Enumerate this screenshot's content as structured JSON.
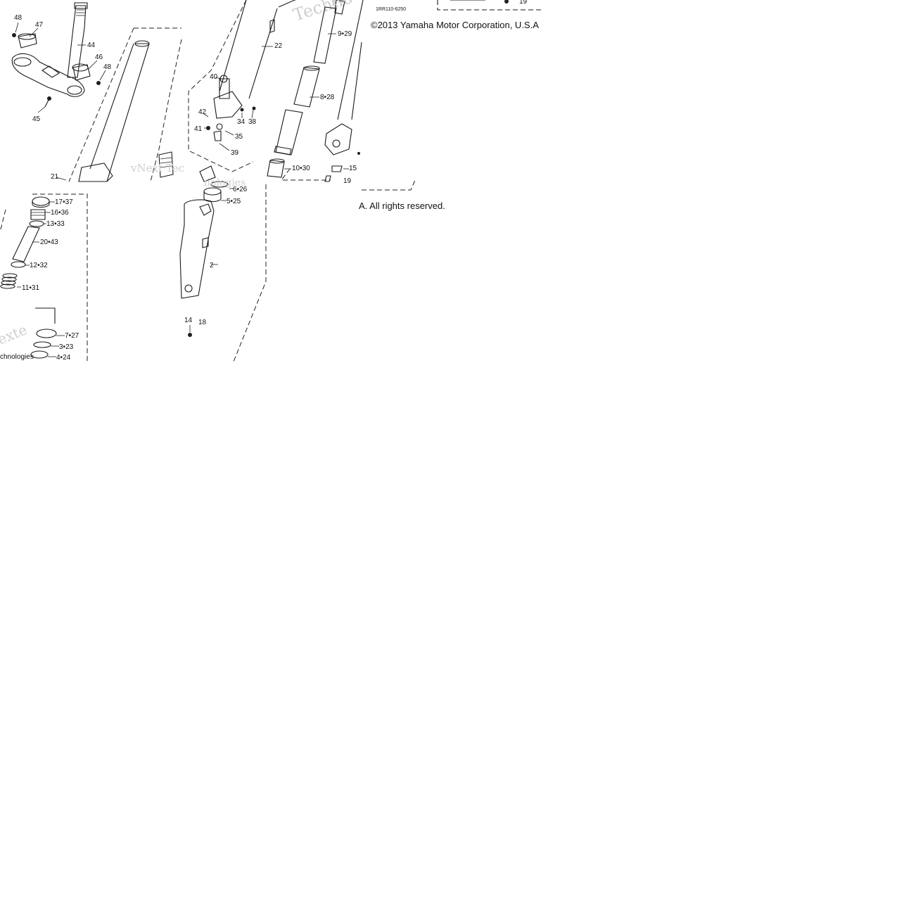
{
  "copyright_line1": "©2013 Yamaha Motor Corporation, U.S.A",
  "copyright_line2": "A. All rights reserved.",
  "diagram_code": "1RR110-6250",
  "watermarks": [
    "Techno",
    "vNext Tec",
    "nologies",
    "Techno",
    "exte",
    "chnologies"
  ],
  "callouts": {
    "c48a": "48",
    "c47": "47",
    "c44": "44",
    "c46": "46",
    "c48b": "48",
    "c45": "45",
    "c21": "21",
    "c22": "22",
    "c40": "40",
    "c42": "42",
    "c34": "34",
    "c38": "38",
    "c41": "41",
    "c35": "35",
    "c39": "39",
    "c9_29": "9•29",
    "c8_28": "8•28",
    "c10_30": "10•30",
    "c15": "15",
    "c19a": "19",
    "c19b": "19",
    "c6_26": "6•26",
    "c5_25": "5•25",
    "c2": "2",
    "c14": "14",
    "c18": "18",
    "c17_37": "17•37",
    "c16_36": "16•36",
    "c13_33": "13•33",
    "c20_43": "20•43",
    "c12_32": "12•32",
    "c11_31": "11•31",
    "c7_27": "7•27",
    "c3_23": "3•23",
    "c4_24": "4•24"
  }
}
